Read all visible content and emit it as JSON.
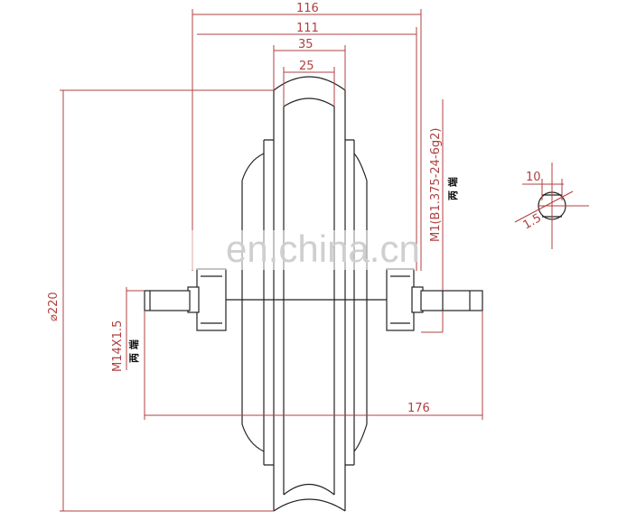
{
  "dimensions": {
    "overall_width": "116",
    "inner_width": "111",
    "rim_outer": "35",
    "rim_inner": "25",
    "diameter": "⌀220",
    "axle_length": "176",
    "thread_left": "M14X1.5",
    "thread_right": "M1(B1.375-24-6g2)",
    "key_width": "10",
    "key_depth": "1.5",
    "both_ends_1": "两 端",
    "both_ends_2": "两 端"
  },
  "watermark": "en.china.cn",
  "colors": {
    "dimension": "#b04040",
    "outline": "#222222"
  }
}
